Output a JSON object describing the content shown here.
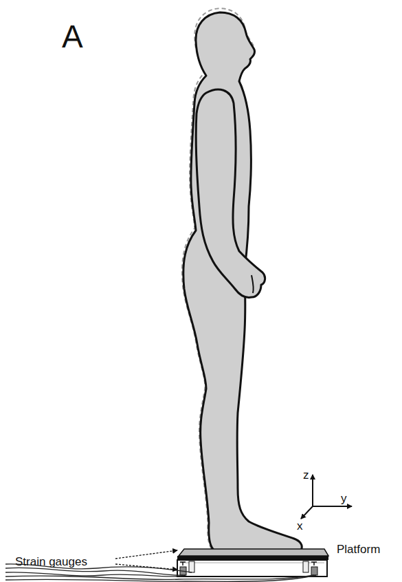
{
  "diagram": {
    "labels": [
      "A",
      "z",
      "y",
      "x",
      "Platform",
      "Strain gauges"
    ]
  }
}
